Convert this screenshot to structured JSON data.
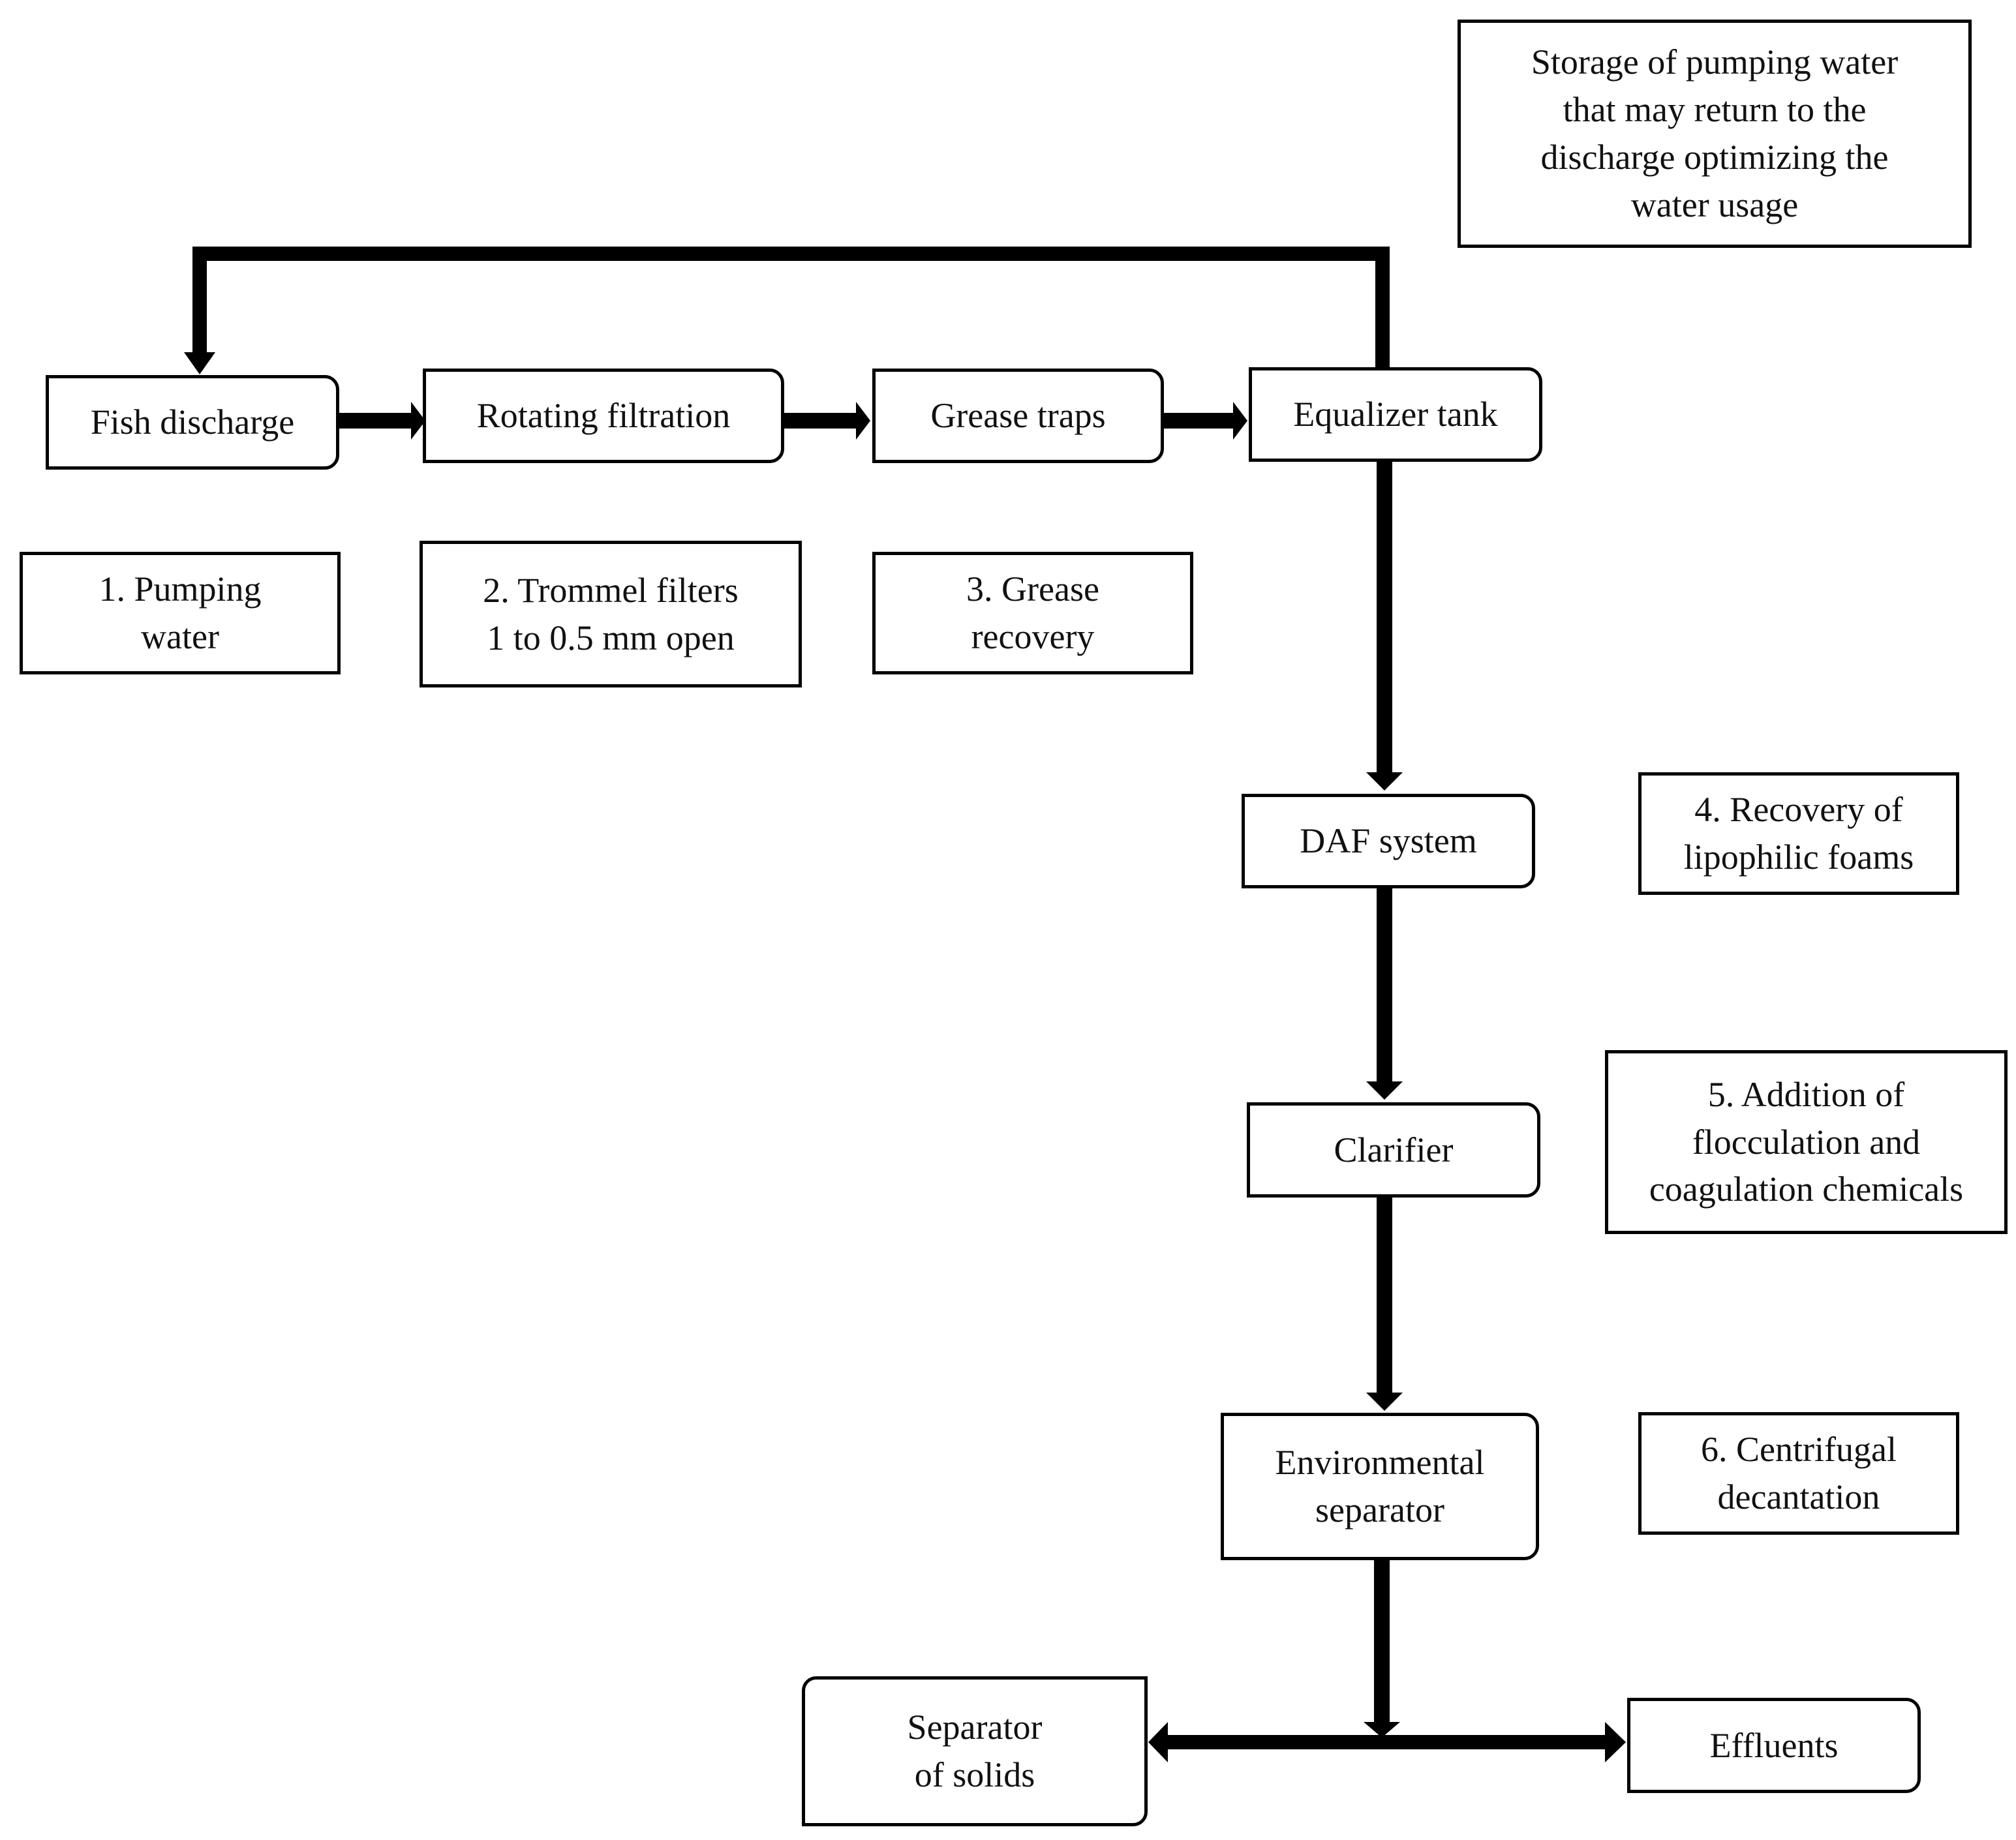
{
  "diagram": {
    "storage_note": "Storage of pumping water\nthat may return to the\ndischarge optimizing the\nwater usage",
    "nodes": {
      "fish_discharge": "Fish discharge",
      "rotating_filtration": "Rotating filtration",
      "grease_traps": "Grease traps",
      "equalizer_tank": "Equalizer tank",
      "daf_system": "DAF system",
      "clarifier": "Clarifier",
      "environmental_separator": "Environmental\nseparator",
      "separator_of_solids": "Separator\nof solids",
      "effluents": "Effluents"
    },
    "notes": {
      "step1": "1. Pumping\nwater",
      "step2": "2. Trommel filters\n1 to 0.5 mm open",
      "step3": "3. Grease\nrecovery",
      "step4": "4. Recovery of\nlipophilic foams",
      "step5": "5. Addition of\nflocculation and\ncoagulation chemicals",
      "step6": "6. Centrifugal\ndecantation"
    },
    "colors": {
      "line": "#000000",
      "text": "#111111",
      "background": "#ffffff"
    }
  }
}
